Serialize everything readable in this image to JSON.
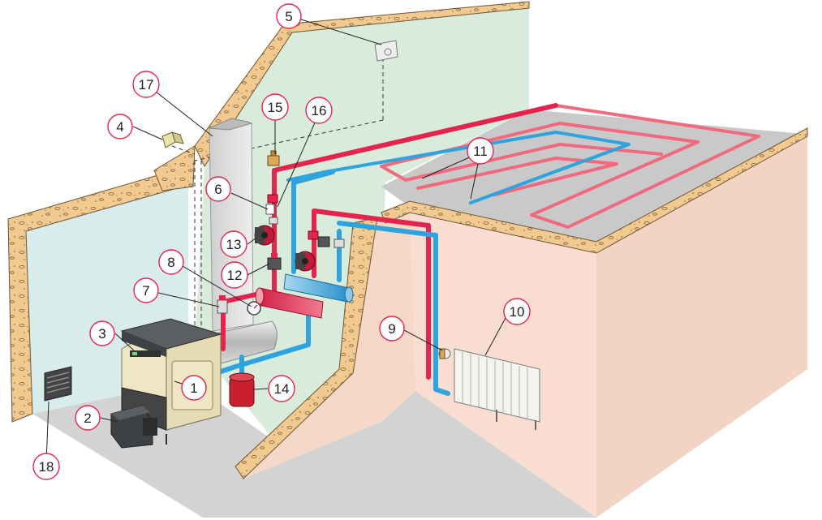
{
  "colors": {
    "hot": "#e5244d",
    "cold": "#2ea3dd",
    "earth": "#f2c98f",
    "wall_green": "#d9ecdc",
    "wall_left": "#d8ecec",
    "room_wall": "#f8ddd0",
    "floor": "#d6d6d6",
    "floor_room": "#c9c9c9",
    "boiler_body": "#efe6c3",
    "boiler_top": "#5c5f62",
    "callout_stroke": "#e5244d"
  },
  "callouts": [
    {
      "n": "1"
    },
    {
      "n": "2"
    },
    {
      "n": "3"
    },
    {
      "n": "4"
    },
    {
      "n": "5"
    },
    {
      "n": "6"
    },
    {
      "n": "7"
    },
    {
      "n": "8"
    },
    {
      "n": "9"
    },
    {
      "n": "10"
    },
    {
      "n": "11"
    },
    {
      "n": "12"
    },
    {
      "n": "13"
    },
    {
      "n": "14"
    },
    {
      "n": "15"
    },
    {
      "n": "16"
    },
    {
      "n": "17"
    },
    {
      "n": "18"
    }
  ]
}
